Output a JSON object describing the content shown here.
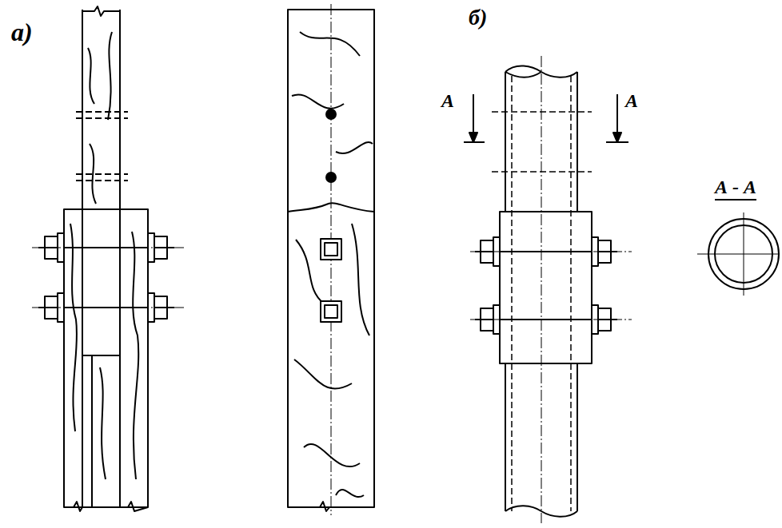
{
  "diagram": {
    "labels": [
      "а)",
      "б)",
      "А",
      "А",
      "А - А"
    ]
  }
}
